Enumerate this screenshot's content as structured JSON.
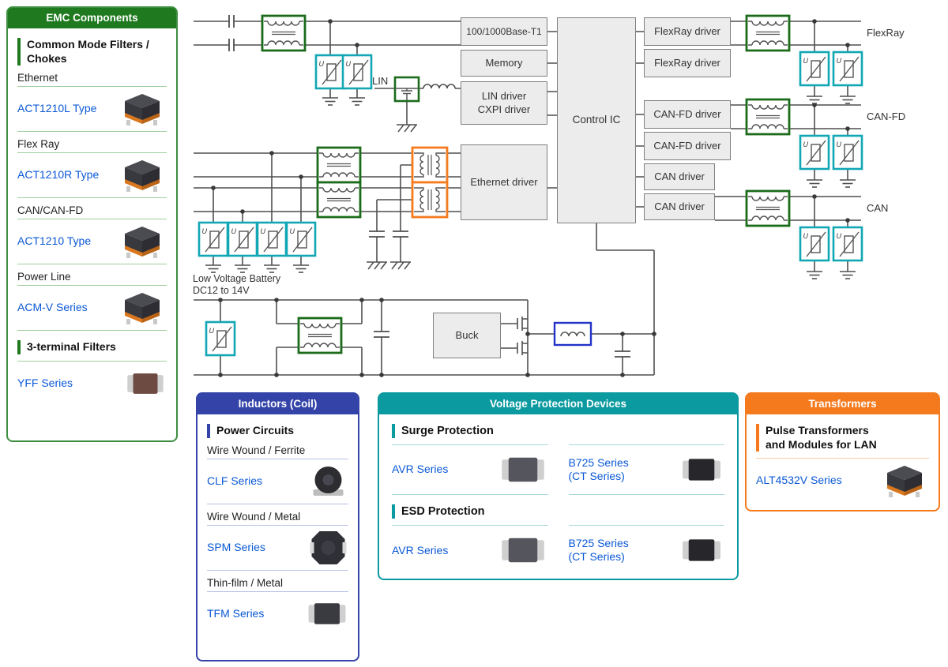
{
  "colors": {
    "sidebar_green": "#1f7a1f",
    "panel_blue": "#3343a8",
    "panel_teal": "#0b9aa0",
    "panel_orange": "#f57a1e",
    "link_blue": "#0a58d6",
    "choke_box_green": "#1b6b1b",
    "varistor_box_cyan": "#12a7b5",
    "transformer_box_orange": "#f57a1e",
    "inductor_box_blue": "#2233c8",
    "block_fill": "#ececec",
    "wire": "#4f4f4f"
  },
  "sidebar": {
    "title": "EMC Components",
    "section_cmf": "Common Mode Filters / Chokes",
    "groups": [
      {
        "category": "Ethernet",
        "link": "ACT1210L Type"
      },
      {
        "category": "Flex Ray",
        "link": "ACT1210R Type"
      },
      {
        "category": "CAN/CAN-FD",
        "link": "ACT1210 Type"
      },
      {
        "category": "Power Line",
        "link": "ACM-V Series"
      }
    ],
    "section_3term": "3-terminal Filters",
    "link_yff": "YFF Series"
  },
  "diagram": {
    "blocks": {
      "base_t1": "100/1000Base-T1",
      "memory": "Memory",
      "lin_driver": "LIN driver\nCXPI driver",
      "control_ic": "Control IC",
      "ethernet_driver": "Ethernet driver",
      "flexray_driver1": "FlexRay driver",
      "flexray_driver2": "FlexRay driver",
      "canfd_driver1": "CAN-FD driver",
      "canfd_driver2": "CAN-FD driver",
      "can_driver1": "CAN driver",
      "can_driver2": "CAN driver",
      "buck": "Buck"
    },
    "net_labels": {
      "lin": "LIN",
      "flexray": "FlexRay",
      "canfd": "CAN-FD",
      "can": "CAN"
    },
    "battery_label": "Low Voltage Battery\nDC12 to 14V",
    "varistor_label": "U"
  },
  "panels": {
    "inductors": {
      "title": "Inductors (Coil)",
      "section": "Power Circuits",
      "items": [
        {
          "category": "Wire Wound / Ferrite",
          "link": "CLF Series"
        },
        {
          "category": "Wire Wound / Metal",
          "link": "SPM Series"
        },
        {
          "category": "Thin-film / Metal",
          "link": "TFM Series"
        }
      ]
    },
    "voltage": {
      "title": "Voltage Protection Devices",
      "sections": [
        {
          "heading": "Surge Protection",
          "items": [
            {
              "link": "AVR Series"
            },
            {
              "link": "B725 Series\n(CT Series)"
            }
          ]
        },
        {
          "heading": "ESD Protection",
          "items": [
            {
              "link": "AVR Series"
            },
            {
              "link": "B725 Series\n(CT Series)"
            }
          ]
        }
      ]
    },
    "transformers": {
      "title": "Transformers",
      "section": "Pulse Transformers\nand Modules for LAN",
      "link": "ALT4532V Series"
    }
  }
}
